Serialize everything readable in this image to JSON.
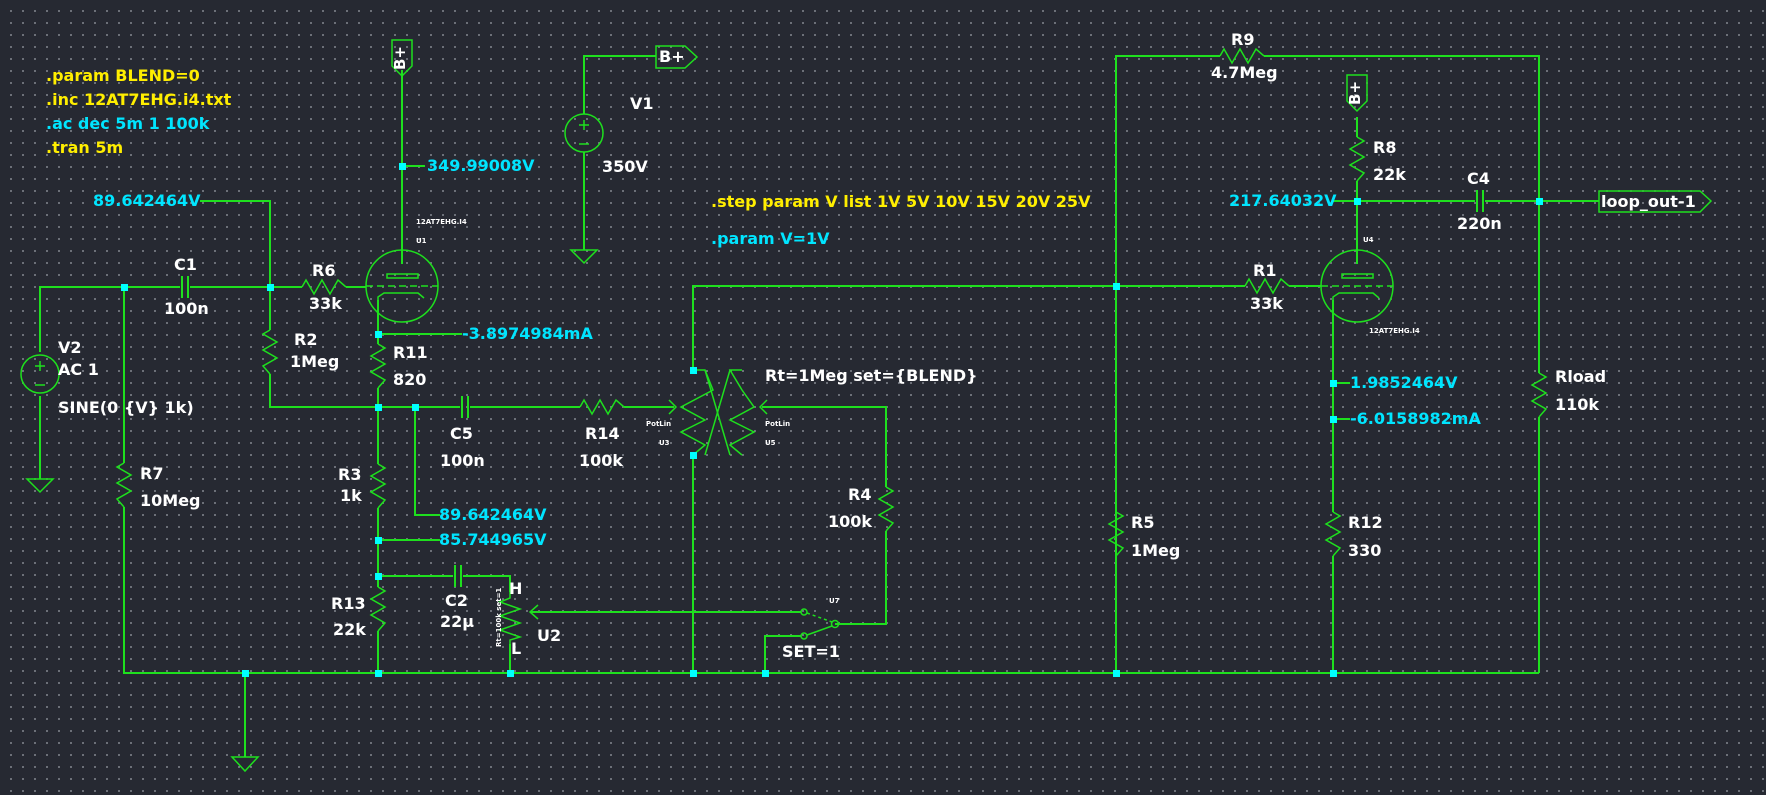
{
  "app": "LTspice schematic editor",
  "directives": {
    "param_blend": ".param BLEND=0",
    "include": ".inc 12AT7EHG.i4.txt",
    "ac": ".ac dec 5m 1 100k",
    "tran": ".tran 5m",
    "step": ".step param V list 1V 5V 10V 15V 20V 25V",
    "param_v": ".param V=1V"
  },
  "colors": {
    "background": "#262932",
    "wire": "#1ee01e",
    "junction": "#00ffff",
    "directive": "#ffee00",
    "ac_directive": "#00e5ff",
    "probe_label": "#00e5ff",
    "component_label": "#ffffff"
  },
  "net_labels": {
    "bplus_u1": "B+",
    "bplus_v1": "B+",
    "bplus_u4": "B+",
    "loop_out": "loop_out-1"
  },
  "components": {
    "V1": {
      "name": "V1",
      "value": "350V"
    },
    "V2": {
      "name": "V2",
      "value": "AC 1",
      "value2": "SINE(0 {V} 1k)"
    },
    "C1": {
      "name": "C1",
      "value": "100n"
    },
    "C2": {
      "name": "C2",
      "value": "22µ"
    },
    "C4": {
      "name": "C4",
      "value": "220n"
    },
    "C5": {
      "name": "C5",
      "value": "100n"
    },
    "R1": {
      "name": "R1",
      "value": "33k"
    },
    "R2": {
      "name": "R2",
      "value": "1Meg"
    },
    "R3": {
      "name": "R3",
      "value": "1k"
    },
    "R4": {
      "name": "R4",
      "value": "100k"
    },
    "R5": {
      "name": "R5",
      "value": "1Meg"
    },
    "R6": {
      "name": "R6",
      "value": "33k"
    },
    "R7": {
      "name": "R7",
      "value": "10Meg"
    },
    "R8": {
      "name": "R8",
      "value": "22k"
    },
    "R9": {
      "name": "R9",
      "value": "4.7Meg"
    },
    "R11": {
      "name": "R11",
      "value": "820"
    },
    "R12": {
      "name": "R12",
      "value": "330"
    },
    "R13": {
      "name": "R13",
      "value": "22k"
    },
    "R14": {
      "name": "R14",
      "value": "100k"
    },
    "Rload": {
      "name": "Rload",
      "value": "110k"
    },
    "U1": {
      "name": "U1",
      "model": "12AT7EHG.I4"
    },
    "U4": {
      "name": "U4",
      "model": "12AT7EHG.I4"
    },
    "U2": {
      "name": "U2",
      "params": "Rt=100k set=1",
      "pin_h": "H",
      "pin_l": "L"
    },
    "U3": {
      "name": "U3",
      "model": "PotLin"
    },
    "U5": {
      "name": "U5",
      "model": "PotLin"
    },
    "U3U5_params": "Rt=1Meg set={BLEND}",
    "U7": {
      "name": "U7",
      "params": "SET=1"
    }
  },
  "probes": {
    "u1_plate": "349.99008V",
    "input_node": "89.642464V",
    "u1_cathode_current": "-3.8974984mA",
    "c5_node": "89.642464V",
    "r3_node": "85.744965V",
    "u4_plate": "217.64032V",
    "u4_cathode_v": "1.9852464V",
    "u4_cathode_i": "-6.0158982mA"
  }
}
